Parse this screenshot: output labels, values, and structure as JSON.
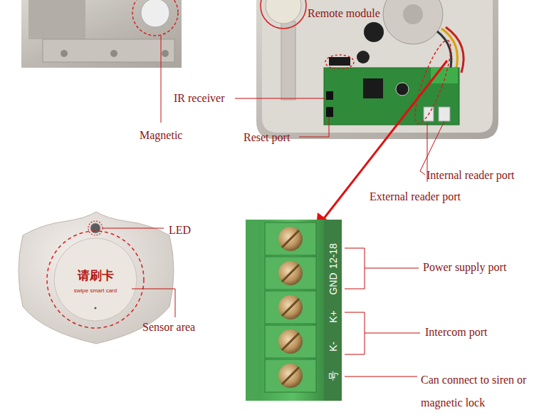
{
  "diagram": {
    "labels": [
      "Remote module",
      "IR receiver",
      "Magnetic",
      "Reset port",
      "Internal reader port",
      "External reader port",
      "LED",
      "请刷卡",
      "swipe smart card",
      "Sensor area",
      "12-18",
      "GND",
      "K+",
      "K-",
      "号",
      "Power supply port",
      "Intercom port",
      "Can connect to siren or magnetic lock"
    ]
  }
}
